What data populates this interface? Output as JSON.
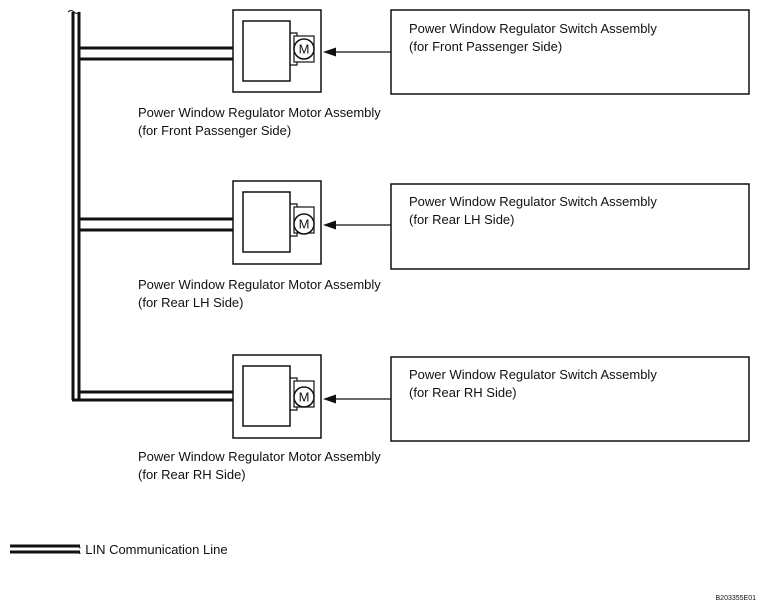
{
  "motors": [
    {
      "name": "Power Window Regulator Motor Assembly",
      "side": "(for Front Passenger Side)",
      "symbol": "M"
    },
    {
      "name": "Power Window Regulator Motor Assembly",
      "side": "(for Rear LH Side)",
      "symbol": "M"
    },
    {
      "name": "Power Window Regulator Motor Assembly",
      "side": "(for Rear RH Side)",
      "symbol": "M"
    }
  ],
  "switches": [
    {
      "name": "Power Window Regulator Switch Assembly",
      "side": "(for Front Passenger Side)"
    },
    {
      "name": "Power Window Regulator Switch Assembly",
      "side": "(for Rear LH Side)"
    },
    {
      "name": "Power Window Regulator Switch Assembly",
      "side": "(for Rear RH Side)"
    }
  ],
  "legend": {
    "label": ": LIN Communication Line"
  },
  "figure_code": "B203355E01"
}
